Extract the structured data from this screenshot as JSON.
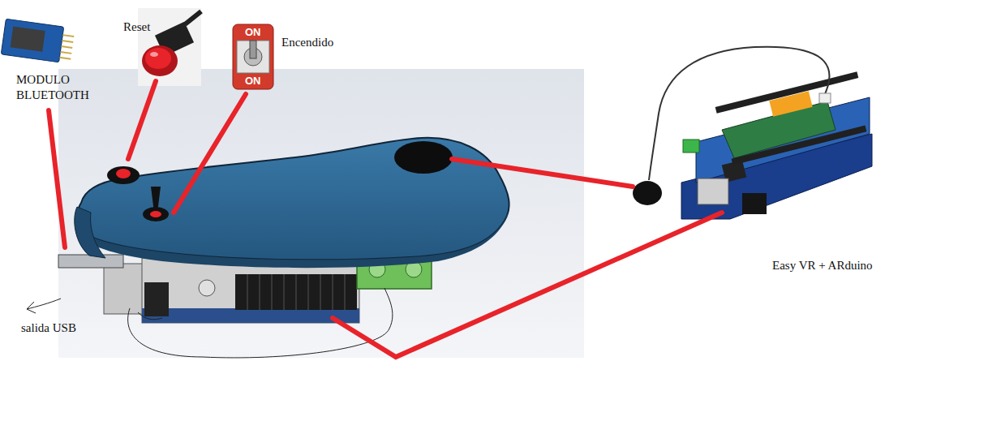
{
  "diagram": {
    "labels": [
      "MODULO BLUETOOTH",
      "Reset",
      "Encendido",
      "salida USB",
      "Easy VR + ARduino",
      "ON",
      "ON"
    ]
  }
}
